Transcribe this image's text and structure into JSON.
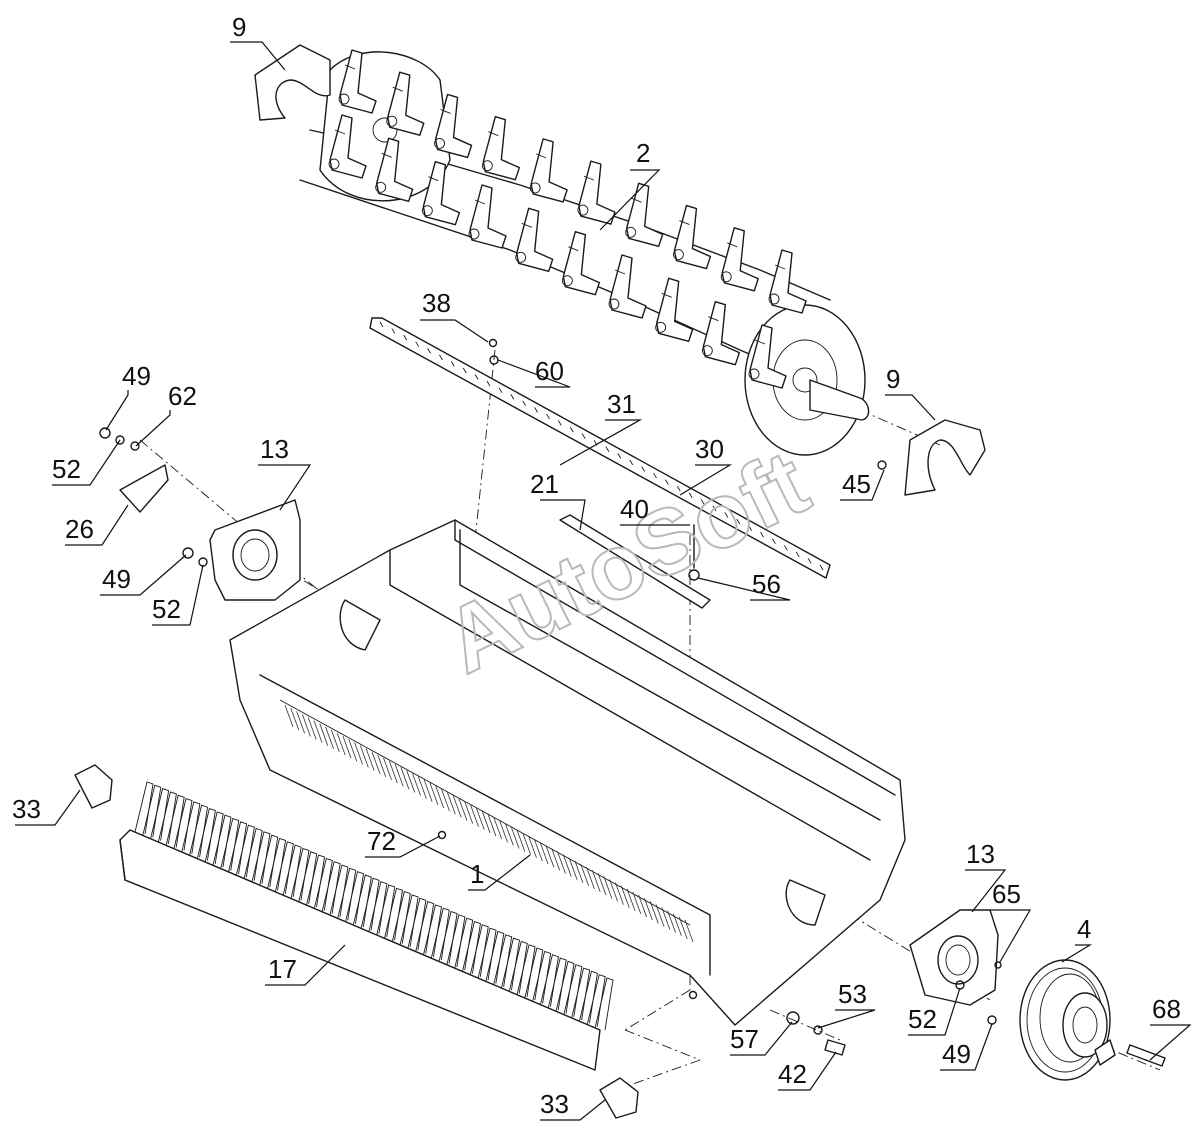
{
  "watermark": "AutoSoft",
  "callouts": {
    "c1": "1",
    "c2": "2",
    "c4": "4",
    "c9a": "9",
    "c9b": "9",
    "c13a": "13",
    "c13b": "13",
    "c17": "17",
    "c21": "21",
    "c26": "26",
    "c30": "30",
    "c31": "31",
    "c33a": "33",
    "c33b": "33",
    "c38": "38",
    "c40": "40",
    "c42": "42",
    "c45": "45",
    "c49a": "49",
    "c49b": "49",
    "c49c": "49",
    "c52a": "52",
    "c52b": "52",
    "c52c": "52",
    "c53": "53",
    "c56": "56",
    "c57": "57",
    "c60": "60",
    "c62": "62",
    "c65": "65",
    "c68": "68",
    "c72": "72"
  }
}
